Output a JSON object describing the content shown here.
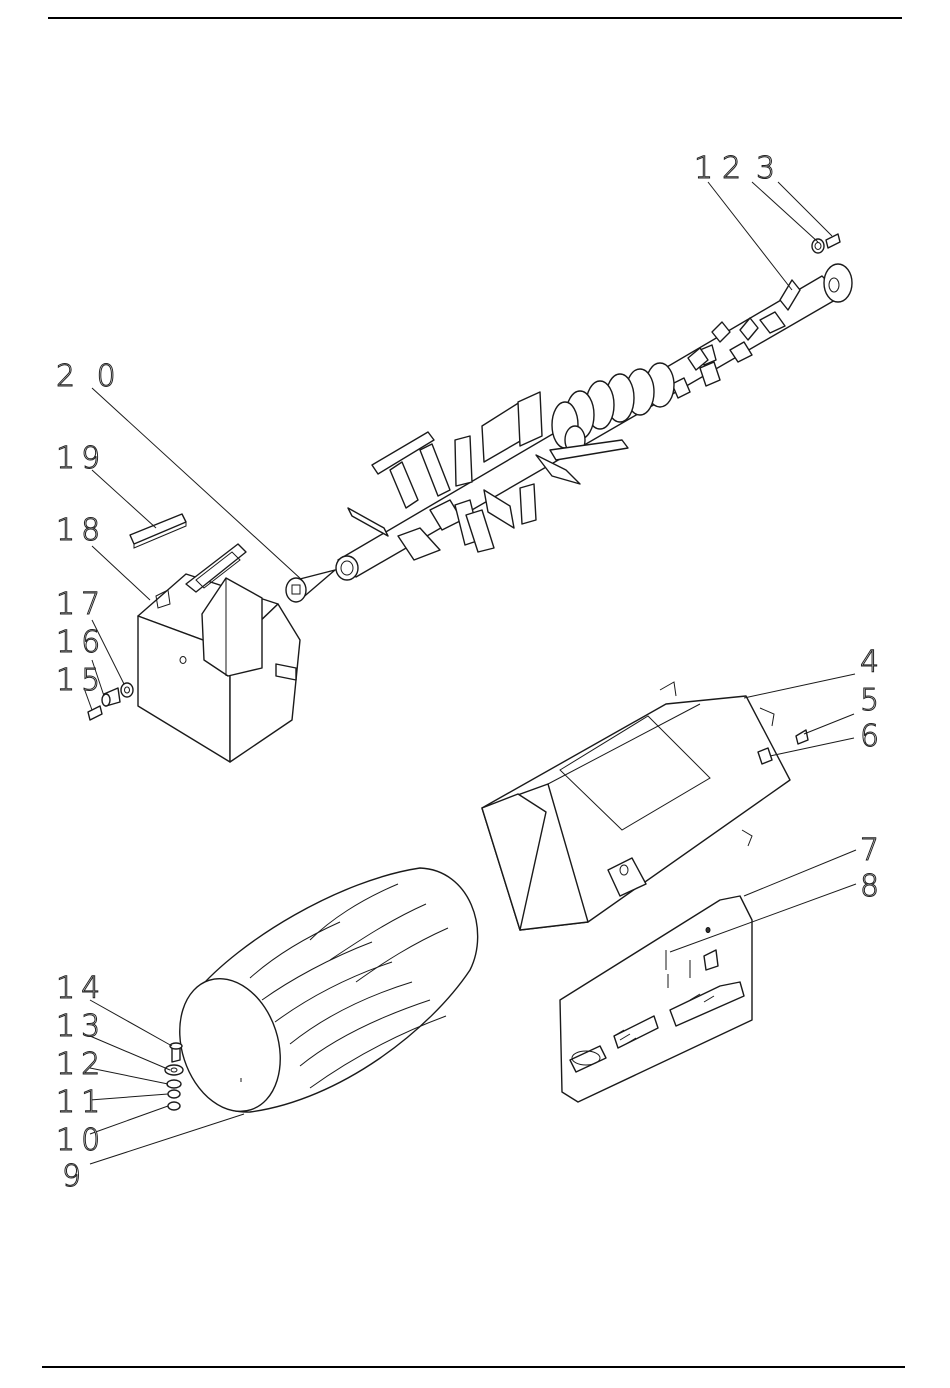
{
  "drawing": {
    "callouts": [
      {
        "id": "1",
        "text": "1"
      },
      {
        "id": "2",
        "text": "2"
      },
      {
        "id": "3",
        "text": "3"
      },
      {
        "id": "4",
        "text": "4"
      },
      {
        "id": "5",
        "text": "5"
      },
      {
        "id": "6",
        "text": "6"
      },
      {
        "id": "7",
        "text": "7"
      },
      {
        "id": "8",
        "text": "8"
      },
      {
        "id": "9",
        "text": "9"
      },
      {
        "id": "10",
        "text": "10"
      },
      {
        "id": "11",
        "text": "11"
      },
      {
        "id": "12",
        "text": "12"
      },
      {
        "id": "13",
        "text": "13"
      },
      {
        "id": "14",
        "text": "14"
      },
      {
        "id": "15",
        "text": "15"
      },
      {
        "id": "16",
        "text": "16"
      },
      {
        "id": "17",
        "text": "17"
      },
      {
        "id": "18",
        "text": "18"
      },
      {
        "id": "19",
        "text": "19"
      },
      {
        "id": "20",
        "text": "2 0"
      }
    ]
  }
}
